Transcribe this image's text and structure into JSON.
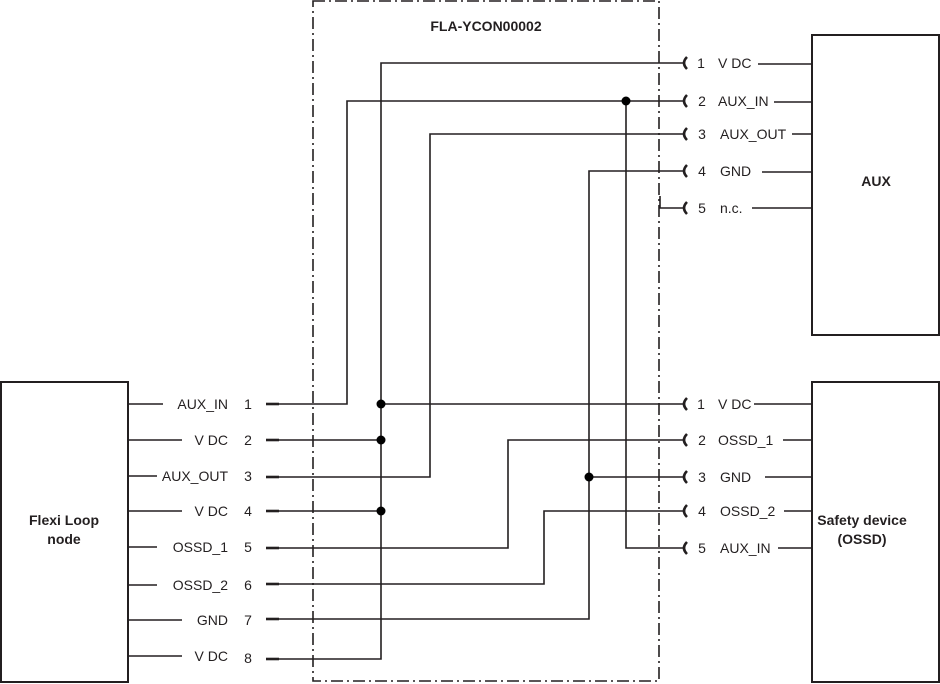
{
  "adapter": {
    "title": "FLA-YCON00002"
  },
  "devices": {
    "flexi_loop": {
      "title_line1": "Flexi Loop",
      "title_line2": "node"
    },
    "aux": {
      "title": "AUX"
    },
    "safety": {
      "title_line1": "Safety device",
      "title_line2": "(OSSD)"
    }
  },
  "left_pins": [
    {
      "num": "1",
      "label": "AUX_IN"
    },
    {
      "num": "2",
      "label": "V DC"
    },
    {
      "num": "3",
      "label": "AUX_OUT"
    },
    {
      "num": "4",
      "label": "V DC"
    },
    {
      "num": "5",
      "label": "OSSD_1"
    },
    {
      "num": "6",
      "label": "OSSD_2"
    },
    {
      "num": "7",
      "label": "GND"
    },
    {
      "num": "8",
      "label": "V DC"
    }
  ],
  "aux_pins": [
    {
      "num": "1",
      "label": "V DC"
    },
    {
      "num": "2",
      "label": "AUX_IN"
    },
    {
      "num": "3",
      "label": "AUX_OUT"
    },
    {
      "num": "4",
      "label": "GND"
    },
    {
      "num": "5",
      "label": "n.c."
    }
  ],
  "safety_pins": [
    {
      "num": "1",
      "label": "V DC"
    },
    {
      "num": "2",
      "label": "OSSD_1"
    },
    {
      "num": "3",
      "label": "GND"
    },
    {
      "num": "4",
      "label": "OSSD_2"
    },
    {
      "num": "5",
      "label": "AUX_IN"
    }
  ],
  "connections": [
    {
      "from": "left.1",
      "to": [
        "aux.2",
        "safety.5"
      ]
    },
    {
      "from": "left.2",
      "to": [
        "aux.1",
        "safety.1"
      ]
    },
    {
      "from": "left.3",
      "to": [
        "aux.3"
      ]
    },
    {
      "from": "left.4",
      "to": [
        "aux.1",
        "safety.1"
      ]
    },
    {
      "from": "left.5",
      "to": [
        "safety.2"
      ]
    },
    {
      "from": "left.6",
      "to": [
        "safety.4"
      ]
    },
    {
      "from": "left.7",
      "to": [
        "aux.4",
        "safety.3"
      ]
    },
    {
      "from": "left.8",
      "to": [
        "aux.1",
        "safety.1"
      ]
    },
    {
      "from": "aux.5",
      "to": []
    }
  ]
}
